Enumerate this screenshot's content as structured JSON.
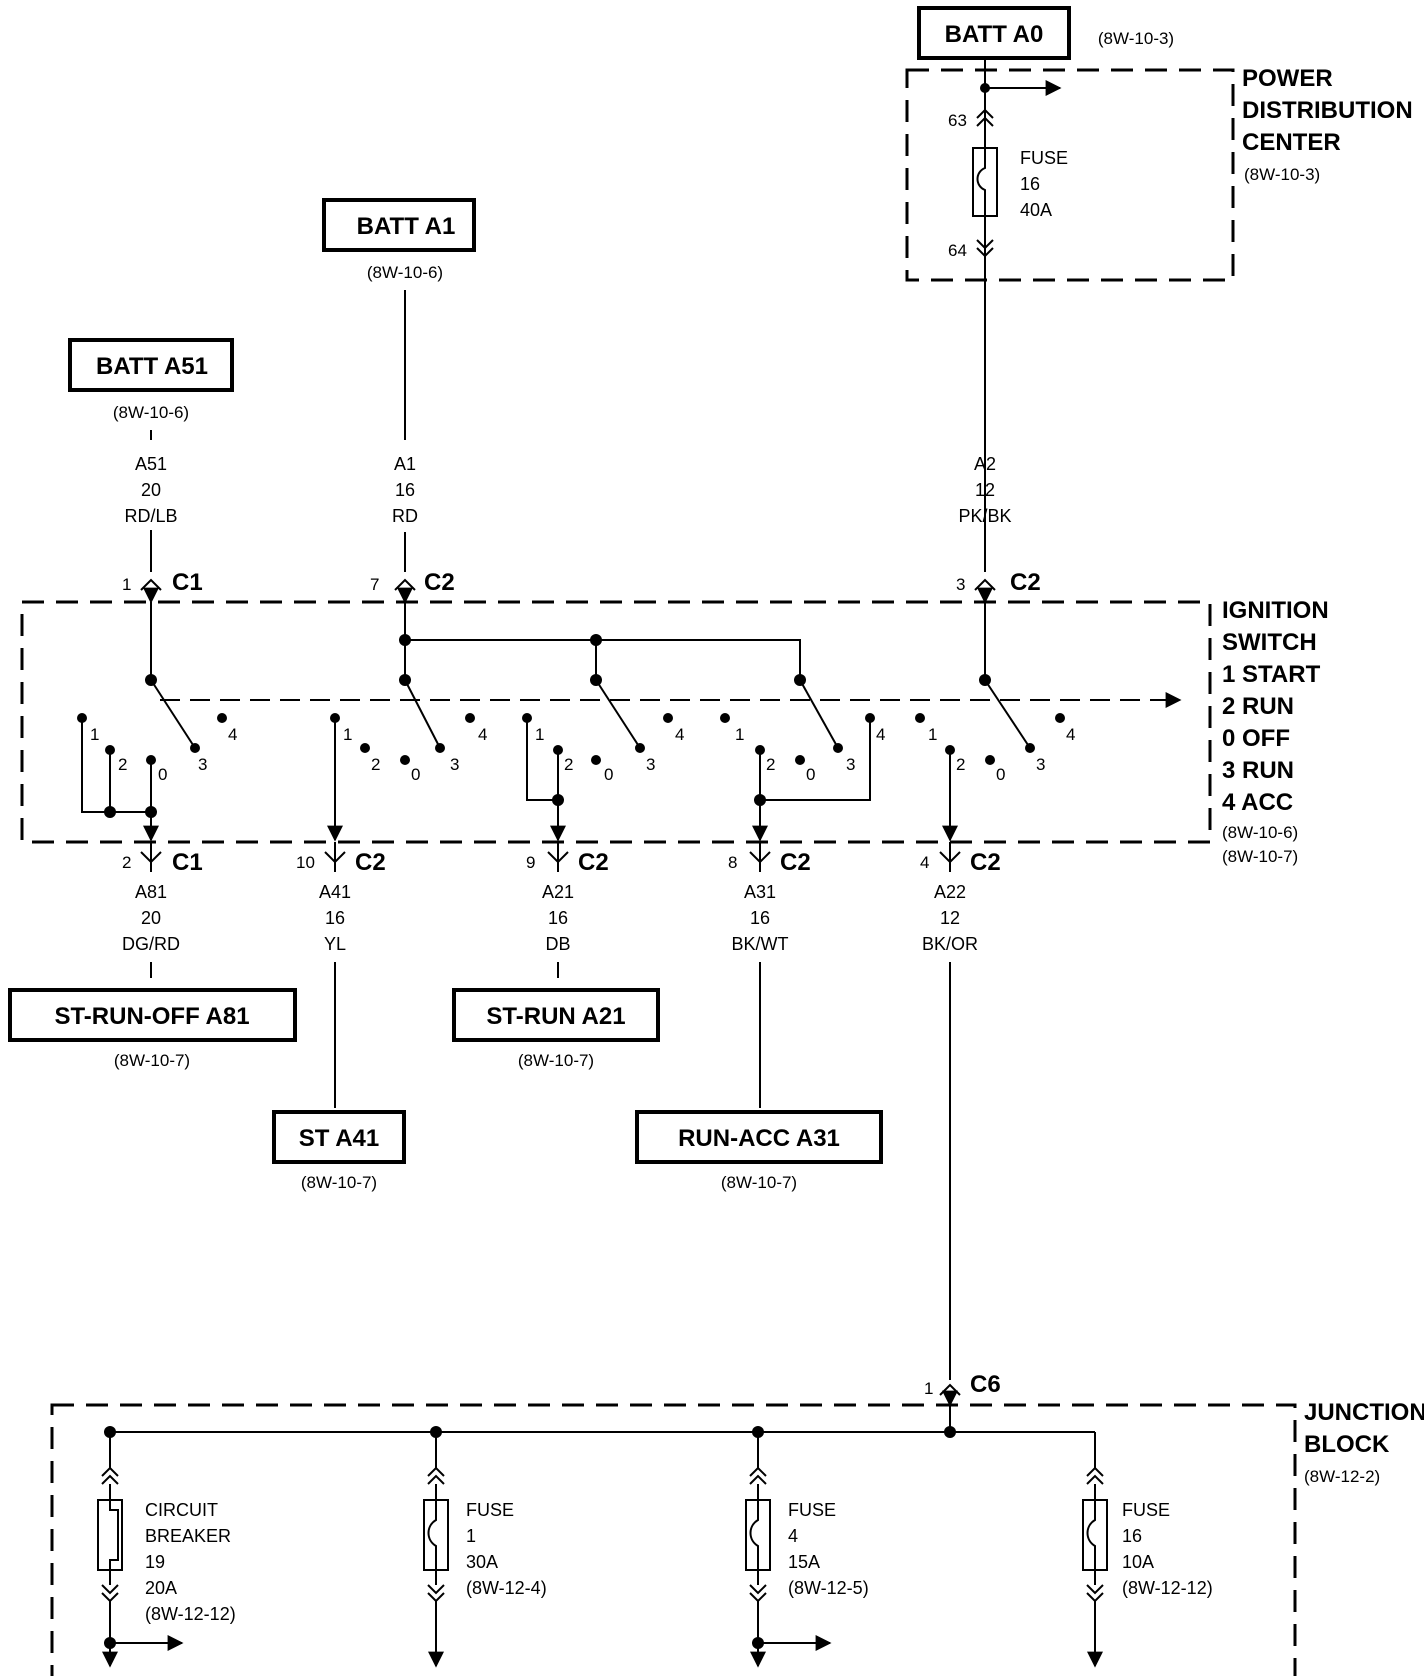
{
  "boxes": {
    "batt_a0": {
      "label": "BATT A0",
      "ref": "(8W-10-3)"
    },
    "batt_a1": {
      "label": "BATT A1",
      "ref": "(8W-10-6)"
    },
    "batt_a51": {
      "label": "BATT A51",
      "ref": "(8W-10-6)"
    },
    "st_run_off": {
      "label": "ST-RUN-OFF A81",
      "ref": "(8W-10-7)"
    },
    "st_run": {
      "label": "ST-RUN A21",
      "ref": "(8W-10-7)"
    },
    "st": {
      "label": "ST A41",
      "ref": "(8W-10-7)"
    },
    "run_acc": {
      "label": "RUN-ACC A31",
      "ref": "(8W-10-7)"
    }
  },
  "pdc": {
    "title1": "POWER",
    "title2": "DISTRIBUTION",
    "title3": "CENTER",
    "ref": "(8W-10-3)",
    "fuse": {
      "l1": "FUSE",
      "l2": "16",
      "l3": "40A"
    },
    "pin_top": "63",
    "pin_bottom": "64"
  },
  "wires": {
    "a51": {
      "name": "A51",
      "gauge": "20",
      "color": "RD/LB"
    },
    "a1": {
      "name": "A1",
      "gauge": "16",
      "color": "RD"
    },
    "a2": {
      "name": "A2",
      "gauge": "12",
      "color": "PK/BK"
    },
    "a81": {
      "name": "A81",
      "gauge": "20",
      "color": "DG/RD"
    },
    "a41": {
      "name": "A41",
      "gauge": "16",
      "color": "YL"
    },
    "a21": {
      "name": "A21",
      "gauge": "16",
      "color": "DB"
    },
    "a31": {
      "name": "A31",
      "gauge": "16",
      "color": "BK/WT"
    },
    "a22": {
      "name": "A22",
      "gauge": "12",
      "color": "BK/OR"
    }
  },
  "connectors": {
    "top_c1": {
      "pin": "1",
      "name": "C1"
    },
    "top_c2_a1": {
      "pin": "7",
      "name": "C2"
    },
    "top_c2_a2": {
      "pin": "3",
      "name": "C2"
    },
    "bot_c1": {
      "pin": "2",
      "name": "C1"
    },
    "bot_c2_a41": {
      "pin": "10",
      "name": "C2"
    },
    "bot_c2_a21": {
      "pin": "9",
      "name": "C2"
    },
    "bot_c2_a31": {
      "pin": "8",
      "name": "C2"
    },
    "bot_c2_a22": {
      "pin": "4",
      "name": "C2"
    },
    "jb_c6": {
      "pin": "1",
      "name": "C6"
    }
  },
  "ignition": {
    "title1": "IGNITION",
    "title2": "SWITCH",
    "legend": [
      "1 START",
      "2 RUN",
      "0 OFF",
      "3 RUN",
      "4 ACC"
    ],
    "ref1": "(8W-10-6)",
    "ref2": "(8W-10-7)",
    "pos_labels": {
      "p1": "1",
      "p2": "2",
      "p0": "0",
      "p3": "3",
      "p4": "4"
    }
  },
  "junction": {
    "title1": "JUNCTION",
    "title2": "BLOCK",
    "ref": "(8W-12-2)",
    "breaker": {
      "l1": "CIRCUIT",
      "l2": "BREAKER",
      "l3": "19",
      "l4": "20A",
      "l5": "(8W-12-12)"
    },
    "fuse1": {
      "l1": "FUSE",
      "l2": "1",
      "l3": "30A",
      "l4": "(8W-12-4)"
    },
    "fuse4": {
      "l1": "FUSE",
      "l2": "4",
      "l3": "15A",
      "l4": "(8W-12-5)"
    },
    "fuse16": {
      "l1": "FUSE",
      "l2": "16",
      "l3": "10A",
      "l4": "(8W-12-12)"
    }
  }
}
